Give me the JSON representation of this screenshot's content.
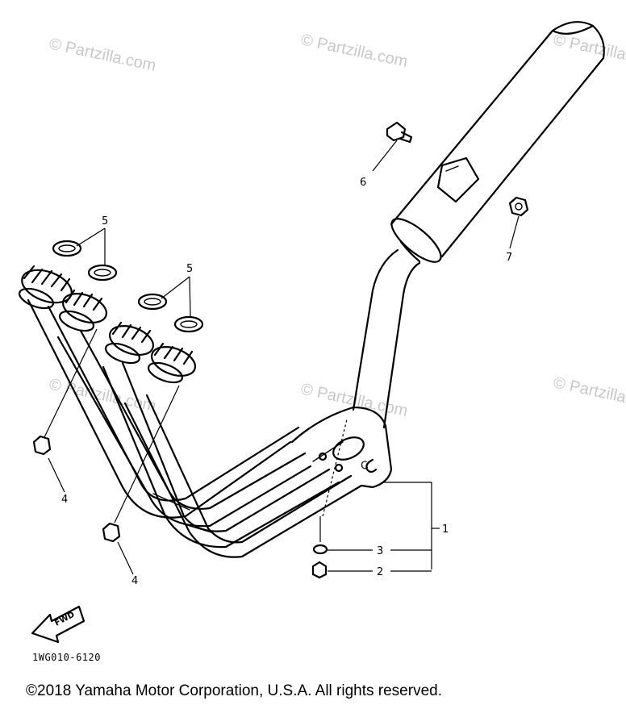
{
  "watermark": "© Partzilla.com",
  "callouts": {
    "c1": "1",
    "c2": "2",
    "c3": "3",
    "c4a": "4",
    "c4b": "4",
    "c5a": "5",
    "c5b": "5",
    "c6": "6",
    "c7": "7"
  },
  "fwd_label": "FWD",
  "stamp_letter": "C",
  "diagram_code": "1WG010-6120",
  "copyright": "©2018 Yamaha Motor Corporation, U.S.A. All rights reserved."
}
